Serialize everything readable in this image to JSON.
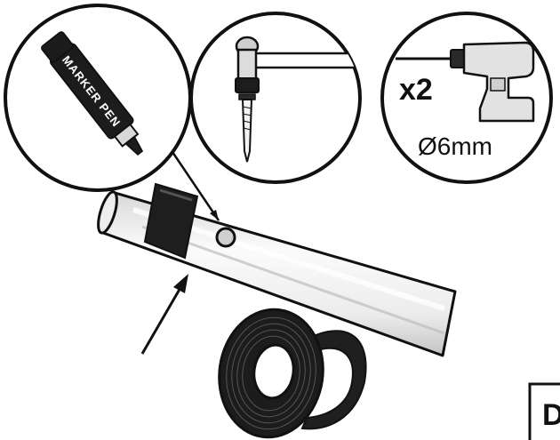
{
  "tools": {
    "marker": {
      "icon": "marker-pen-icon",
      "text": "MARKER PEN"
    },
    "hammer": {
      "icon": "hammer-nail-icon"
    },
    "drill": {
      "icon": "drill-icon",
      "count": "x2",
      "size": "Ø6mm"
    }
  },
  "parts": {
    "tube": "pipe-icon",
    "tape": "tape-roll-icon",
    "arrow": "arrow-icon"
  },
  "corner_label": "D",
  "colors": {
    "outline": "#111111",
    "tube_light": "#f4f4f4",
    "tube_mid": "#d4d4d4",
    "tape": "#1e1e1e",
    "drill_body": "#e2e2e2"
  }
}
